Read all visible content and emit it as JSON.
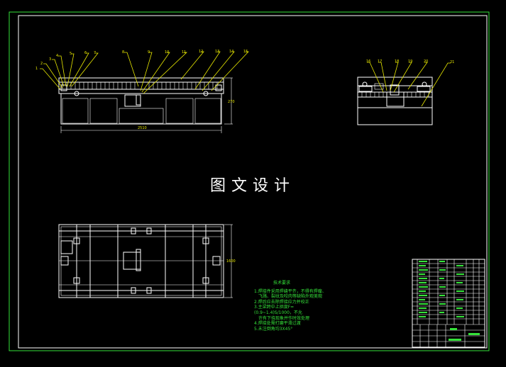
{
  "watermark": "图文设计",
  "tech_requirements": {
    "title": "技术要求",
    "items": [
      "1.焊接件采用焊缝平齐，不得有焊瘤、",
      "飞溅、裂纹及咬肉等缺陷外观美观",
      "2.焊后应去除焊接应力并校正",
      "3.主梁跨中上拱度F=(0.9~1.4)S/1000，不允",
      "许有下挠现象并作时效处理",
      "4.焊接处需打磨平滑过渡",
      "5.未注倒角均3X45°"
    ]
  },
  "front_view": {
    "callouts": [
      "1",
      "2",
      "3",
      "4",
      "5",
      "6",
      "7",
      "8",
      "9",
      "10",
      "11",
      "12",
      "13",
      "14",
      "15"
    ],
    "length_dim": "2510",
    "height_dim": "270"
  },
  "side_view": {
    "callouts": [
      "16",
      "17",
      "18",
      "19",
      "20",
      "21"
    ]
  },
  "plan_view": {
    "height_dim": "1600"
  },
  "colors": {
    "border": "#35e23a",
    "lines": "#ffffff",
    "callouts": "#e8e800",
    "background": "#000000"
  }
}
